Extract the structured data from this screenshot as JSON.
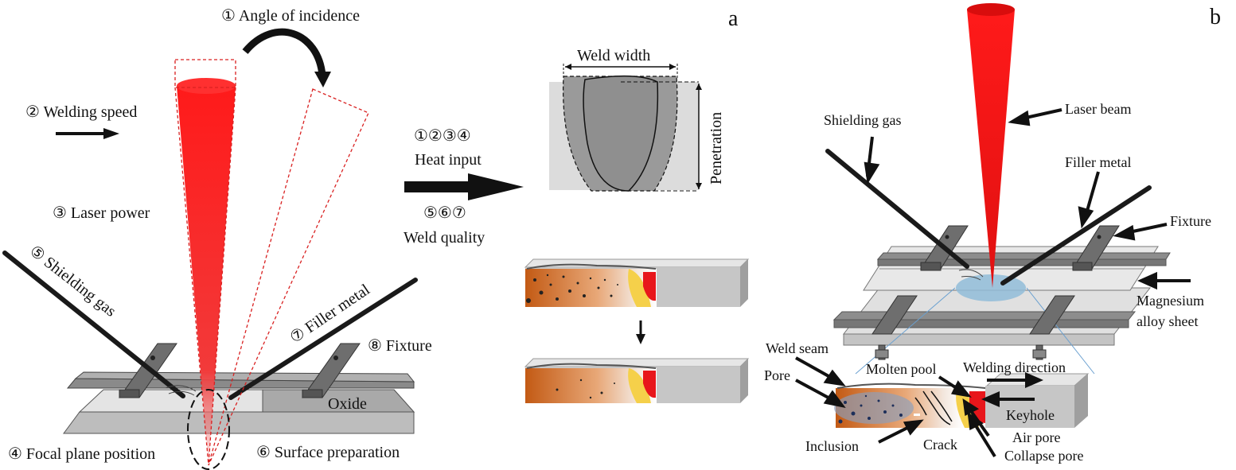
{
  "panel_a": {
    "panel_letter": "a",
    "labels": {
      "angle": "① Angle of incidence",
      "speed": "② Welding speed",
      "power": "③ Laser power",
      "shielding": "⑤ Shielding gas",
      "filler": "⑦ Filler metal",
      "fixture": "⑧ Fixture",
      "oxide": "Oxide",
      "focal": "④ Focal plane position",
      "surface": "⑥ Surface preparation"
    },
    "heat_input_nums": "①②③④",
    "heat_input": "Heat input",
    "quality_nums": "⑤⑥⑦",
    "weld_quality": "Weld quality",
    "weld_width": "Weld width",
    "penetration": "Penetration"
  },
  "panel_b": {
    "panel_letter": "b",
    "labels": {
      "shielding": "Shielding gas",
      "laser": "Laser beam",
      "filler": "Filler metal",
      "fixture": "Fixture",
      "mg1": "Magnesium",
      "mg2": "alloy sheet",
      "weld_seam": "Weld seam",
      "pore": "Pore",
      "molten": "Molten pool",
      "direction": "Welding direction",
      "keyhole": "Keyhole",
      "inclusion": "Inclusion",
      "crack": "Crack",
      "air_pore": "Air pore",
      "collapse_pore": "Collapse pore"
    }
  },
  "colors": {
    "laser": "#e8161b",
    "weld": "#9e9e9e",
    "base": "#d6d6d6",
    "pool": "#f5d04a",
    "heat_start": "#c8651f"
  }
}
